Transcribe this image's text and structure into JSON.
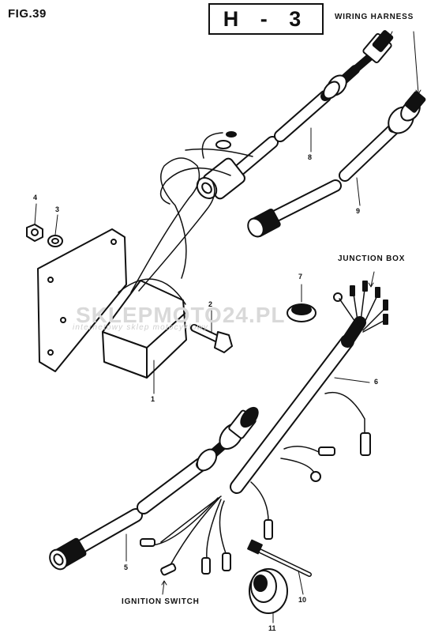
{
  "figure": {
    "label": "FIG.39",
    "code": "H - 3"
  },
  "watermark": {
    "brand": "SKLEPMOTO24.PL",
    "tagline": "internetowy sklep motocyklowy"
  },
  "captions": {
    "wiring_harness": "WIRING HARNESS",
    "junction_box": "JUNCTION BOX",
    "ignition_switch": "IGNITION SWITCH"
  },
  "callouts": [
    {
      "id": "1",
      "part": "junction-box-unit"
    },
    {
      "id": "2",
      "part": "bolt"
    },
    {
      "id": "3",
      "part": "washer"
    },
    {
      "id": "4",
      "part": "nut"
    },
    {
      "id": "5",
      "part": "main-wiring-harness"
    },
    {
      "id": "6",
      "part": "junction-wiring-lead"
    },
    {
      "id": "7",
      "part": "grommet"
    },
    {
      "id": "8",
      "part": "wiring-harness-upper"
    },
    {
      "id": "9",
      "part": "wiring-harness-lower"
    },
    {
      "id": "10",
      "part": "cable-tie"
    },
    {
      "id": "11",
      "part": "grommet-cap"
    }
  ]
}
